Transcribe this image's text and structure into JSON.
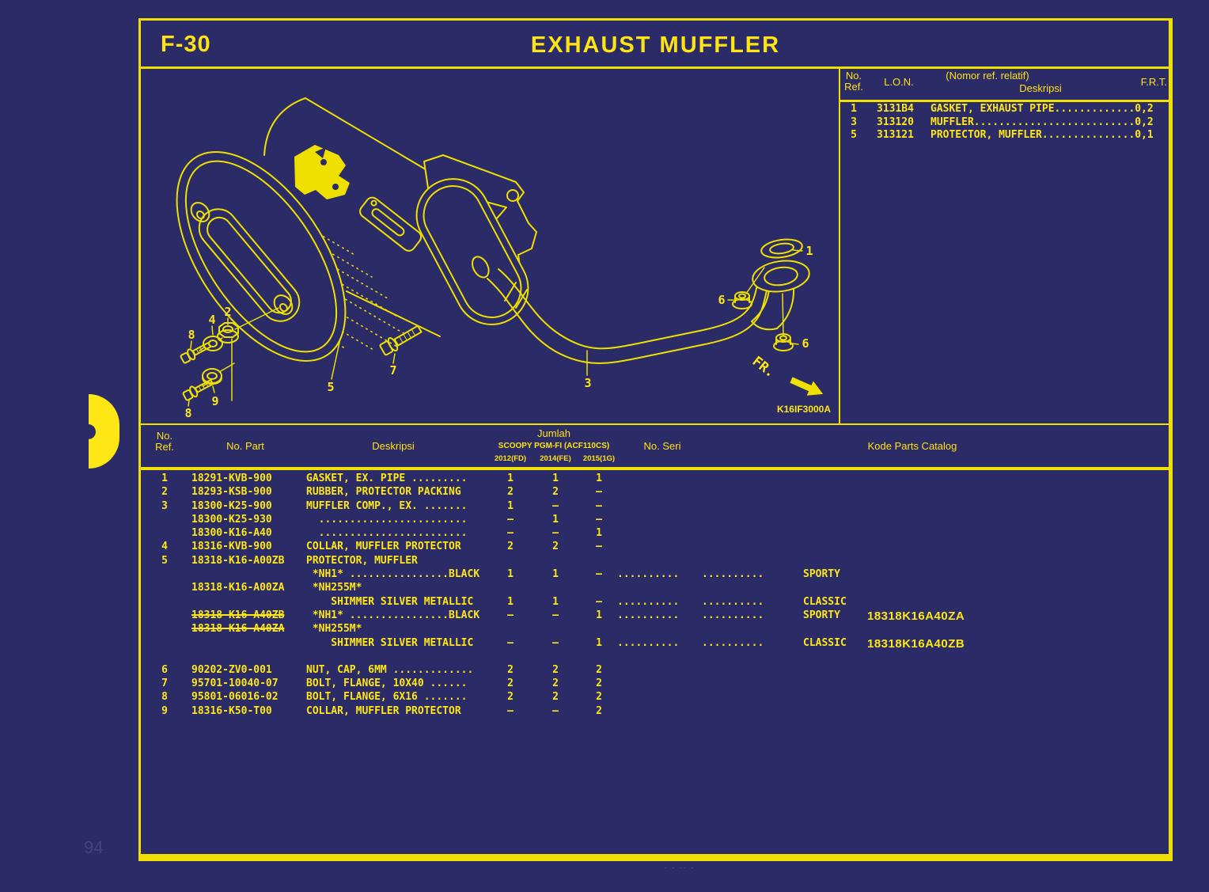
{
  "colors": {
    "background": "#2b2b68",
    "line": "#f0e000",
    "text": "#ffe715",
    "title": "#ffe312",
    "faint": "#43437c"
  },
  "page": {
    "code": "F-30",
    "title": "EXHAUST MUFFLER",
    "page_number": "94",
    "footer_marks": "- - -- -"
  },
  "diagram": {
    "code_label": "K16IF3000A",
    "fr_label": "FR.",
    "callouts": {
      "c1": "1",
      "c2": "2",
      "c3": "3",
      "c4": "4",
      "c5": "5",
      "c6a": "6",
      "c6b": "6",
      "c7": "7",
      "c8a": "8",
      "c8b": "8",
      "c9": "9"
    }
  },
  "frt_table": {
    "headers": {
      "ref_line1": "No.",
      "ref_line2": "Ref.",
      "lon": "L.O.N.",
      "desc_line1": "(Nomor ref. relatif)",
      "desc_line2": "Deskripsi",
      "frt": "F.R.T."
    },
    "rows": [
      {
        "ref": "1",
        "lon": "3131B4",
        "desc": "GASKET, EXHAUST PIPE",
        "dots": ".............",
        "frt": "0,2"
      },
      {
        "ref": "3",
        "lon": "313120",
        "desc": "MUFFLER",
        "dots": "..........................",
        "frt": "0,2"
      },
      {
        "ref": "5",
        "lon": "313121",
        "desc": "PROTECTOR, MUFFLER",
        "dots": "...............",
        "frt": "0,1"
      }
    ]
  },
  "parts_table": {
    "headers": {
      "ref_line1": "No.",
      "ref_line2": "Ref.",
      "part": "No. Part",
      "desc": "Deskripsi",
      "jumlah": "Jumlah",
      "model": "SCOOPY PGM-FI (ACF110CS)",
      "years": [
        "2012(FD)",
        "2014(FE)",
        "2015(1G)"
      ],
      "seri": "No. Seri",
      "kode": "Kode Parts Catalog"
    },
    "rows": [
      {
        "ref": "1",
        "part": "18291-KVB-900",
        "desc": "GASKET, EX. PIPE .........",
        "q": [
          "1",
          "1",
          "1"
        ]
      },
      {
        "ref": "2",
        "part": "18293-KSB-900",
        "desc": "RUBBER, PROTECTOR PACKING",
        "q": [
          "2",
          "2",
          "–"
        ]
      },
      {
        "ref": "3",
        "part": "18300-K25-900",
        "desc": "MUFFLER COMP., EX. .......",
        "q": [
          "1",
          "–",
          "–"
        ]
      },
      {
        "part": "18300-K25-930",
        "desc": "  ........................",
        "q": [
          "–",
          "1",
          "–"
        ]
      },
      {
        "part": "18300-K16-A40",
        "desc": "  ........................",
        "q": [
          "–",
          "–",
          "1"
        ]
      },
      {
        "ref": "4",
        "part": "18316-KVB-900",
        "desc": "COLLAR, MUFFLER PROTECTOR",
        "q": [
          "2",
          "2",
          "–"
        ]
      },
      {
        "ref": "5",
        "part": "18318-K16-A00ZB",
        "desc": "PROTECTOR, MUFFLER"
      },
      {
        "desc": " *NH1* ................BLACK",
        "q": [
          "1",
          "1",
          "–"
        ],
        "seri": [
          "..........",
          ".........."
        ],
        "kode": "SPORTY"
      },
      {
        "part": "18318-K16-A00ZA",
        "desc": " *NH255M*"
      },
      {
        "desc": "    SHIMMER SILVER METALLIC",
        "q": [
          "1",
          "1",
          "–"
        ],
        "seri": [
          "..........",
          ".........."
        ],
        "kode": "CLASSIC"
      },
      {
        "part": "18318-K16-A40ZB",
        "strike": true,
        "desc": " *NH1* ................BLACK",
        "q": [
          "–",
          "–",
          "1"
        ],
        "seri": [
          "..........",
          ".........."
        ],
        "kode": "SPORTY",
        "code": "18318K16A40ZA"
      },
      {
        "part": "18318-K16-A40ZA",
        "strike": true,
        "desc": " *NH255M*"
      },
      {
        "desc": "    SHIMMER SILVER METALLIC",
        "q": [
          "–",
          "–",
          "1"
        ],
        "seri": [
          "..........",
          ".........."
        ],
        "kode": "CLASSIC",
        "code": "18318K16A40ZB"
      },
      {
        "ref": "6",
        "gap": true,
        "part": "90202-ZV0-001",
        "desc": "NUT, CAP, 6MM .............",
        "q": [
          "2",
          "2",
          "2"
        ]
      },
      {
        "ref": "7",
        "part": "95701-10040-07",
        "desc": "BOLT, FLANGE, 10X40 ......",
        "q": [
          "2",
          "2",
          "2"
        ]
      },
      {
        "ref": "8",
        "part": "95801-06016-02",
        "desc": "BOLT, FLANGE, 6X16 .......",
        "q": [
          "2",
          "2",
          "2"
        ]
      },
      {
        "ref": "9",
        "part": "18316-K50-T00",
        "desc": "COLLAR, MUFFLER PROTECTOR",
        "q": [
          "–",
          "–",
          "2"
        ]
      }
    ]
  }
}
